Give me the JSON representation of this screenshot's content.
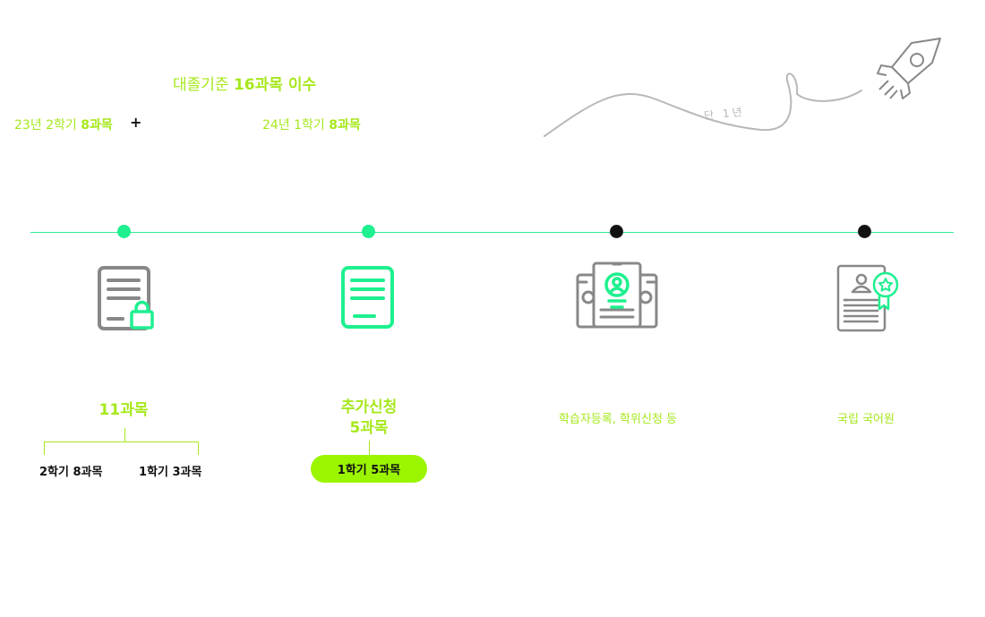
{
  "header": {
    "headline_prefix": "대졸기준 ",
    "headline_bold": "16과목 이수",
    "sem1_prefix": "23년 2학기 ",
    "sem1_bold": "8과목",
    "plus": "+",
    "sem2_prefix": "24년 1학기 ",
    "sem2_bold": "8과목"
  },
  "rocket": {
    "path_text": "단 1년"
  },
  "steps": [
    {
      "title": "11과목",
      "icon": "document-lock-icon",
      "sub_left": "2학기 8과목",
      "sub_right": "1학기 3과목"
    },
    {
      "title_line1": "추가신청",
      "title_line2": "5과목",
      "icon": "document-icon",
      "pill": "1학기 5과목"
    },
    {
      "label": "학습자등록, 학위신청 등",
      "icon": "id-card-registration-icon"
    },
    {
      "label": "국립 국어원",
      "icon": "certificate-resume-icon"
    }
  ],
  "colors": {
    "lime": "#a6e81c",
    "green": "#1ef08f",
    "gray": "#888888",
    "pill": "#9cf500"
  }
}
